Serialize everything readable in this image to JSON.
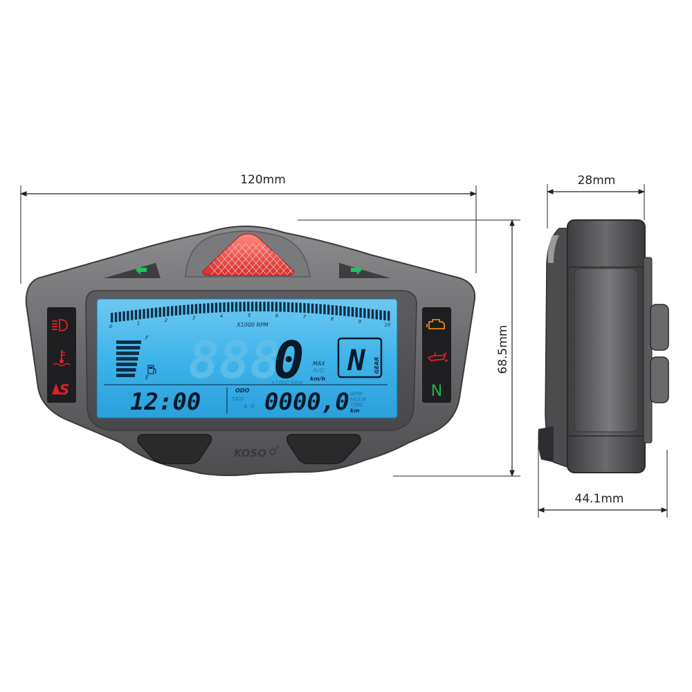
{
  "dimensions": {
    "width": "120mm",
    "height": "68.5mm",
    "depth_top": "28mm",
    "depth_bottom": "44.1mm"
  },
  "lcd": {
    "rpm_unit": "X1000 RPM",
    "rpm_ticks": [
      "0",
      "1",
      "2",
      "3",
      "4",
      "5",
      "6",
      "7",
      "8",
      "9",
      "10"
    ],
    "speed_ghost": "888",
    "speed_value": "0",
    "speed_unit": "km/h",
    "max_label": "MAX",
    "avg_label": "AVG",
    "rpm_sub_label": "X1000 RPM",
    "gear_value": "N",
    "gear_label": "GEAR",
    "fuel_full": "F",
    "fuel_empty": "E",
    "clock": "12:00",
    "odo_label": "ODO",
    "trip_labels": [
      "TRIP",
      "A",
      "B"
    ],
    "odometer": "0000,0",
    "odo_unit": "km",
    "rpm_hour_labels": [
      "RPM",
      "HOUR",
      "TIME"
    ]
  },
  "warning_lights": {
    "left": [
      "headlight-icon",
      "coolant-temp-icon",
      "warning-s-icon"
    ],
    "right": [
      "check-engine-icon",
      "oil-pressure-icon",
      "neutral-indicator"
    ],
    "neutral_letter": "N"
  },
  "brand": "KOSO",
  "colors": {
    "lcd_blue": "#3fb4ea",
    "shift_light": "#e33a32",
    "arrow_green": "#22c35e",
    "warn_red": "#e0202a",
    "warn_orange": "#e88a1a",
    "neutral_green": "#1bb552",
    "body_gray": "#6e6e70"
  }
}
